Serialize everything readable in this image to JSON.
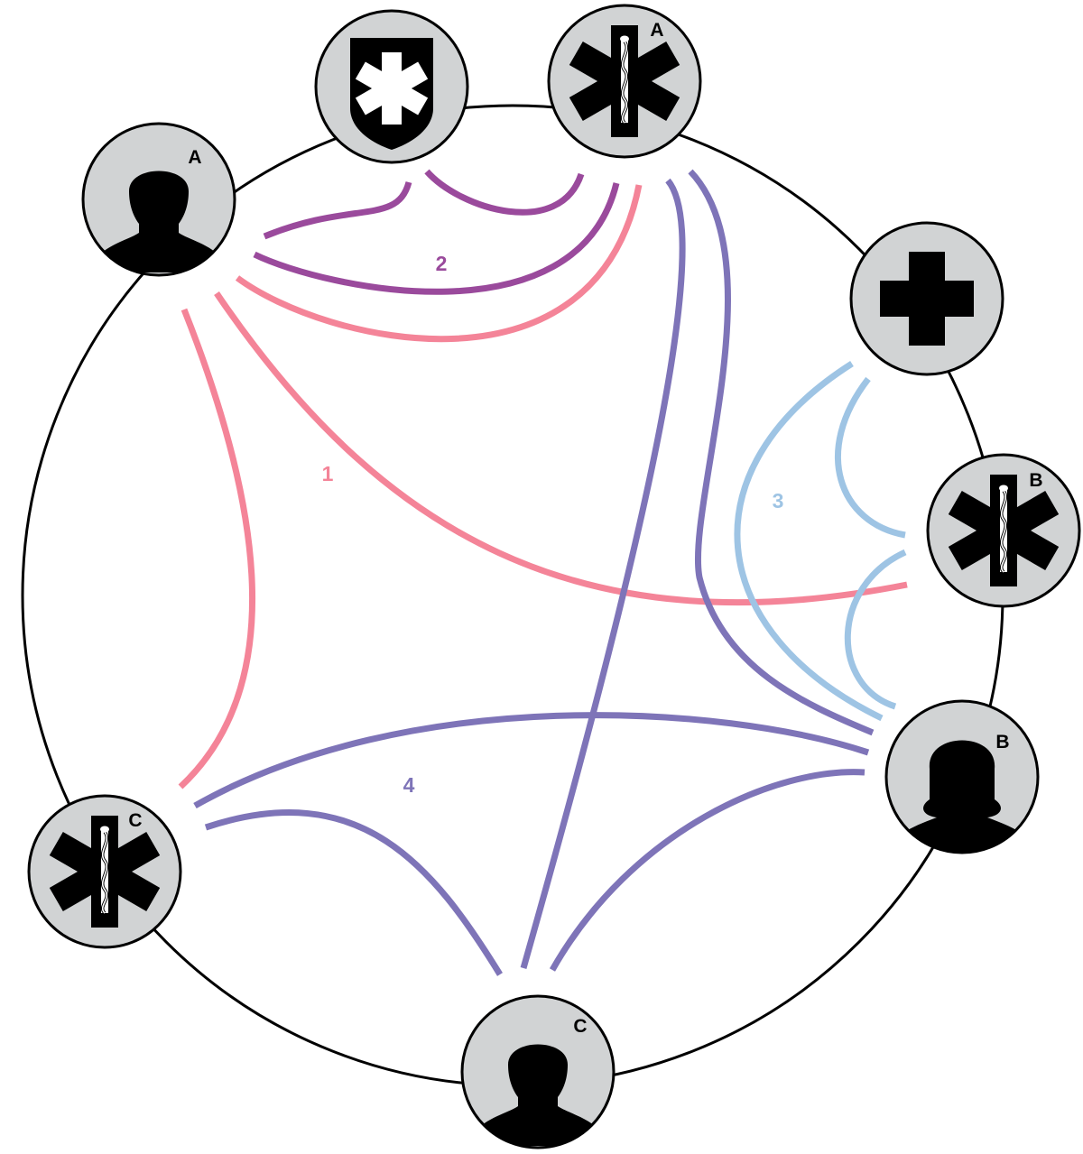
{
  "colors": {
    "group_1": "#f48498",
    "group_2": "#9a4a9c",
    "group_3": "#9ec4e4",
    "group_4": "#7e74b8",
    "node_fill": "#d1d3d4",
    "silhouette": "#000000"
  },
  "nodes": [
    {
      "id": "person-a",
      "icon": "person-silhouette-icon",
      "letter": "A"
    },
    {
      "id": "shield",
      "icon": "shield-asterisk-icon",
      "letter": ""
    },
    {
      "id": "star-of-life-a",
      "icon": "star-of-life-icon",
      "letter": "A"
    },
    {
      "id": "cross",
      "icon": "cross-icon",
      "letter": ""
    },
    {
      "id": "star-of-life-b",
      "icon": "star-of-life-icon",
      "letter": "B"
    },
    {
      "id": "person-b",
      "icon": "woman-silhouette-icon",
      "letter": "B"
    },
    {
      "id": "person-c",
      "icon": "person-silhouette-icon",
      "letter": "C"
    },
    {
      "id": "star-of-life-c",
      "icon": "star-of-life-icon",
      "letter": "C"
    }
  ],
  "groups": [
    {
      "label": "1",
      "color_key": "group_1"
    },
    {
      "label": "2",
      "color_key": "group_2"
    },
    {
      "label": "3",
      "color_key": "group_3"
    },
    {
      "label": "4",
      "color_key": "group_4"
    }
  ]
}
